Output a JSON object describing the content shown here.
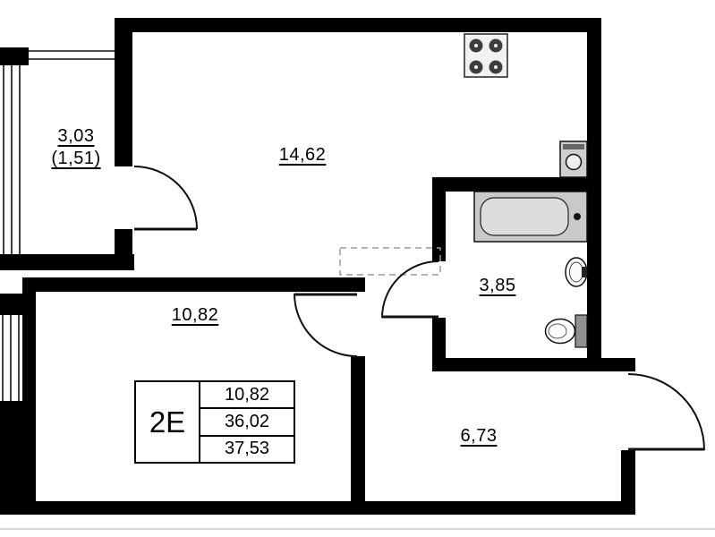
{
  "colors": {
    "wall": "#000000",
    "line": "#111111",
    "fixture_gray": "#c9c9c9",
    "dashed_line": "#9a9a9a"
  },
  "rooms": {
    "balcony": {
      "area": "3,03",
      "area_reduced": "(1,51)"
    },
    "kitchen_living": {
      "area": "14,62"
    },
    "bathroom": {
      "area": "3,85"
    },
    "bedroom": {
      "area": "10,82"
    },
    "hallway": {
      "area": "6,73"
    }
  },
  "stamp": {
    "unit_type": "2E",
    "living_area": "10,82",
    "total_area": "36,02",
    "total_area_with_balcony": "37,53"
  },
  "icons": [
    "stove-icon",
    "kitchen-sink-icon",
    "bathtub-icon",
    "washbasin-icon",
    "toilet-icon",
    "door-arc",
    "window-glazing"
  ]
}
